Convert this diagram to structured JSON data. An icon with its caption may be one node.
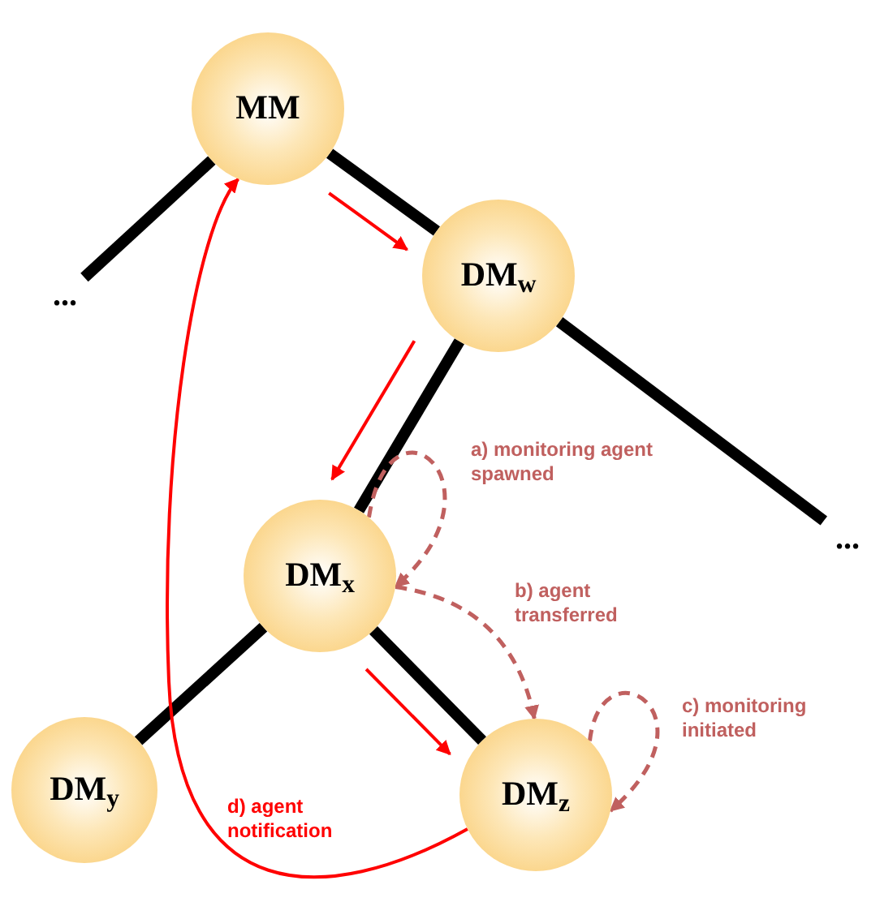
{
  "diagram": {
    "nodes": [
      {
        "text": [
          "MM"
        ]
      },
      {
        "text": [
          "DM$_{w}$"
        ]
      },
      {
        "text": [
          "..."
        ]
      },
      {
        "text": [
          "DM$_{x}$"
        ]
      },
      {
        "text": [
          "..."
        ]
      },
      {
        "text": [
          "DM$_{y}$"
        ]
      },
      {
        "text": [
          "DM$_{z}$"
        ]
      }
    ],
    "edges": [
      {
        "from": 0,
        "to": 2,
        "arrow": "none",
        "style": "thick"
      },
      {
        "from": 0,
        "to": 1,
        "arrow": "none",
        "style": "thick"
      },
      {
        "from": 1,
        "to": 3,
        "arrow": "none",
        "style": "thick"
      },
      {
        "from": 1,
        "to": 4,
        "arrow": "none",
        "style": "thick"
      },
      {
        "from": 3,
        "to": 5,
        "arrow": "none",
        "style": "thick"
      },
      {
        "from": 3,
        "to": 6,
        "arrow": "none",
        "style": "thick"
      },
      {
        "from": 3,
        "to": 3,
        "arrow": "to",
        "label": "a) monitoring agent spawned",
        "style": "dashed",
        "color": "#c0605f"
      },
      {
        "from": 3,
        "to": 6,
        "arrow": "to",
        "label": "b) agent transferred",
        "style": "dashed",
        "color": "#c0605f"
      },
      {
        "from": 6,
        "to": 6,
        "arrow": "to",
        "label": "c) monitoring initiated",
        "style": "dashed",
        "color": "#c0605f"
      },
      {
        "from": 6,
        "to": 0,
        "arrow": "to",
        "label": "d) agent notification",
        "color": "#ff0000"
      },
      {
        "from": 0,
        "to": 1,
        "arrow": "to",
        "color": "#ff0000"
      },
      {
        "from": 1,
        "to": 3,
        "arrow": "to",
        "color": "#ff0000"
      },
      {
        "from": 3,
        "to": 6,
        "arrow": "to",
        "color": "#ff0000"
      }
    ]
  }
}
